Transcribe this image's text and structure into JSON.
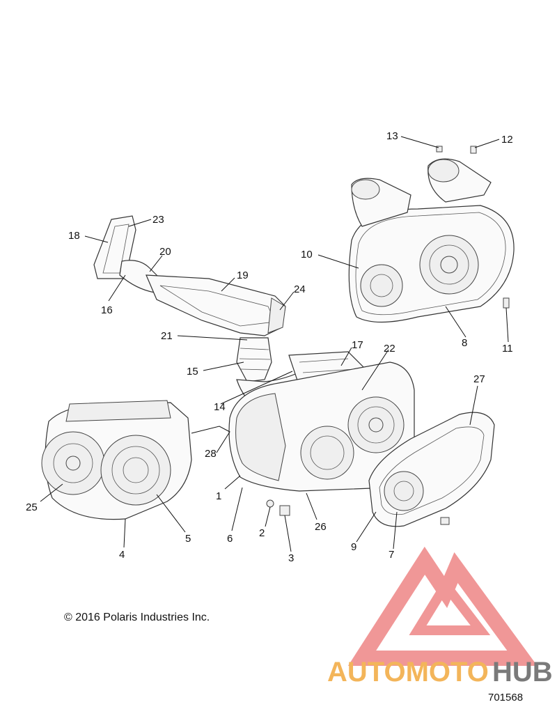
{
  "copyright": "© 2016 Polaris Industries Inc.",
  "document_number": "701568",
  "watermark": {
    "brand_light": "AUTOMOTO",
    "brand_dark": "HUB",
    "color_light": "#f3b55a",
    "color_dark": "#7a7a7a",
    "logo_color": "#ee8686"
  },
  "callouts": [
    "1",
    "2",
    "3",
    "4",
    "5",
    "6",
    "7",
    "8",
    "9",
    "10",
    "11",
    "12",
    "13",
    "14",
    "15",
    "16",
    "17",
    "18",
    "19",
    "20",
    "21",
    "22",
    "23",
    "24",
    "25",
    "26",
    "27",
    "28"
  ]
}
